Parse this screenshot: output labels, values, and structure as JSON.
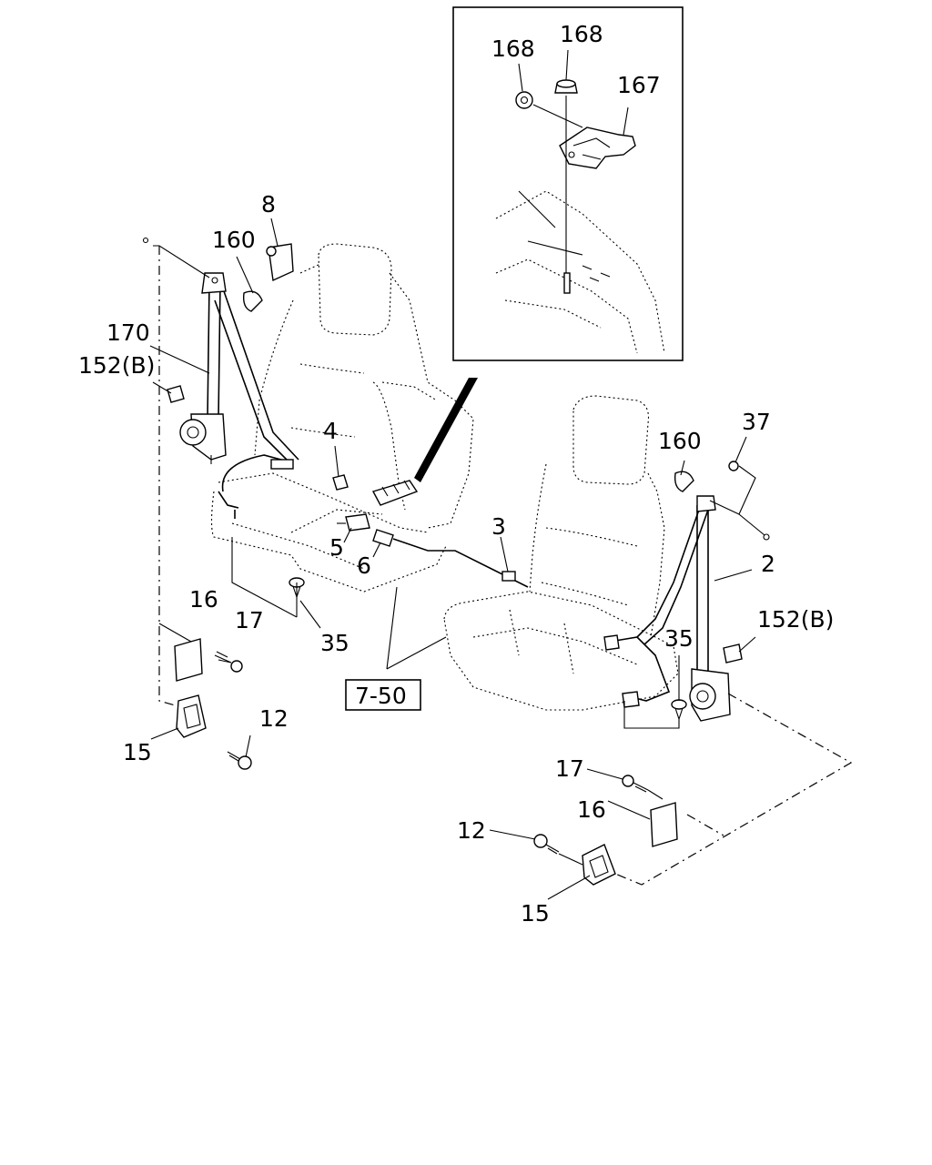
{
  "diagram": {
    "callouts": [
      {
        "id": "c168a",
        "text": "168"
      },
      {
        "id": "c168b",
        "text": "168"
      },
      {
        "id": "c167",
        "text": "167"
      },
      {
        "id": "c8",
        "text": "8"
      },
      {
        "id": "c160l",
        "text": "160"
      },
      {
        "id": "c170",
        "text": "170"
      },
      {
        "id": "c152l",
        "text": "152(B)"
      },
      {
        "id": "c4",
        "text": "4"
      },
      {
        "id": "c5",
        "text": "5"
      },
      {
        "id": "c6",
        "text": "6"
      },
      {
        "id": "c3",
        "text": "3"
      },
      {
        "id": "c35l",
        "text": "35"
      },
      {
        "id": "c16l",
        "text": "16"
      },
      {
        "id": "c17l",
        "text": "17"
      },
      {
        "id": "c12l",
        "text": "12"
      },
      {
        "id": "c15l",
        "text": "15"
      },
      {
        "id": "c750",
        "text": "7-50"
      },
      {
        "id": "c37",
        "text": "37"
      },
      {
        "id": "c160r",
        "text": "160"
      },
      {
        "id": "c2",
        "text": "2"
      },
      {
        "id": "c152r",
        "text": "152(B)"
      },
      {
        "id": "c35r",
        "text": "35"
      },
      {
        "id": "c17r",
        "text": "17"
      },
      {
        "id": "c16r",
        "text": "16"
      },
      {
        "id": "c12r",
        "text": "12"
      },
      {
        "id": "c15r",
        "text": "15"
      }
    ]
  }
}
